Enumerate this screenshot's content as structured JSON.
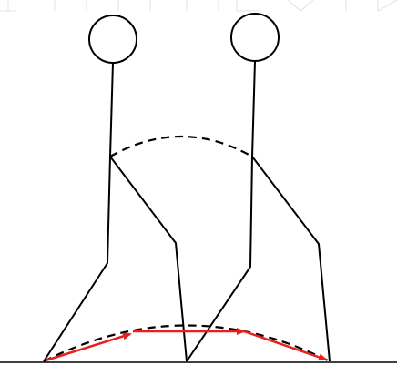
{
  "diagram": {
    "colors": {
      "figure_stroke": "#000000",
      "arc_stroke": "#000000",
      "step_arrow": "#e8201c",
      "ground": "#000000",
      "watermark": "#e6e6e6"
    },
    "figures": [
      {
        "name": "figure-left"
      },
      {
        "name": "figure-right"
      }
    ],
    "arcs": [
      {
        "name": "hip-trajectory-arc",
        "style": "dashed"
      },
      {
        "name": "foot-trajectory-arc",
        "style": "dashed"
      }
    ],
    "step_arrows": 3
  }
}
